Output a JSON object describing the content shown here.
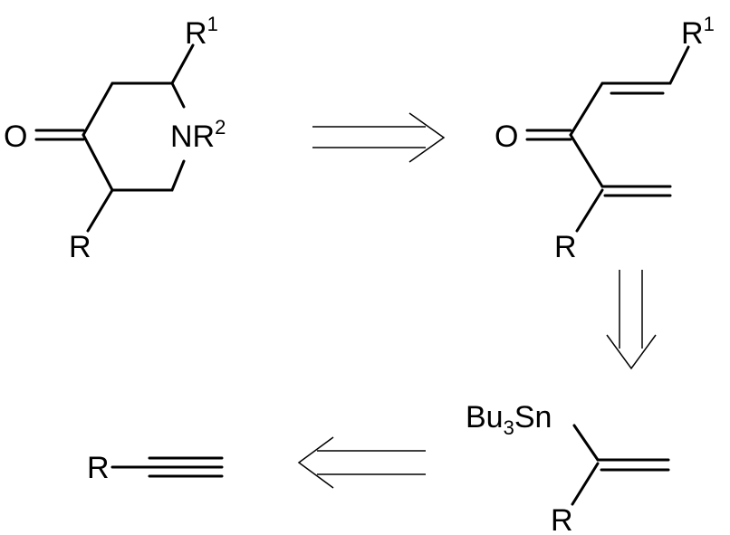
{
  "piperidinone": {
    "O": "O",
    "N": "NR",
    "N_sup": "2",
    "R1": "R",
    "R1_sup": "1",
    "R": "R"
  },
  "dienone": {
    "O": "O",
    "R1": "R",
    "R1_sup": "1",
    "R": "R"
  },
  "vinylstannane": {
    "Bu": "Bu",
    "Bu_sub": "3",
    "Sn": "Sn",
    "R": "R"
  },
  "alkyne": {
    "R": "R"
  },
  "arrows": [
    "retrosynthetic-arrow-right",
    "retrosynthetic-arrow-down",
    "retrosynthetic-arrow-left"
  ]
}
